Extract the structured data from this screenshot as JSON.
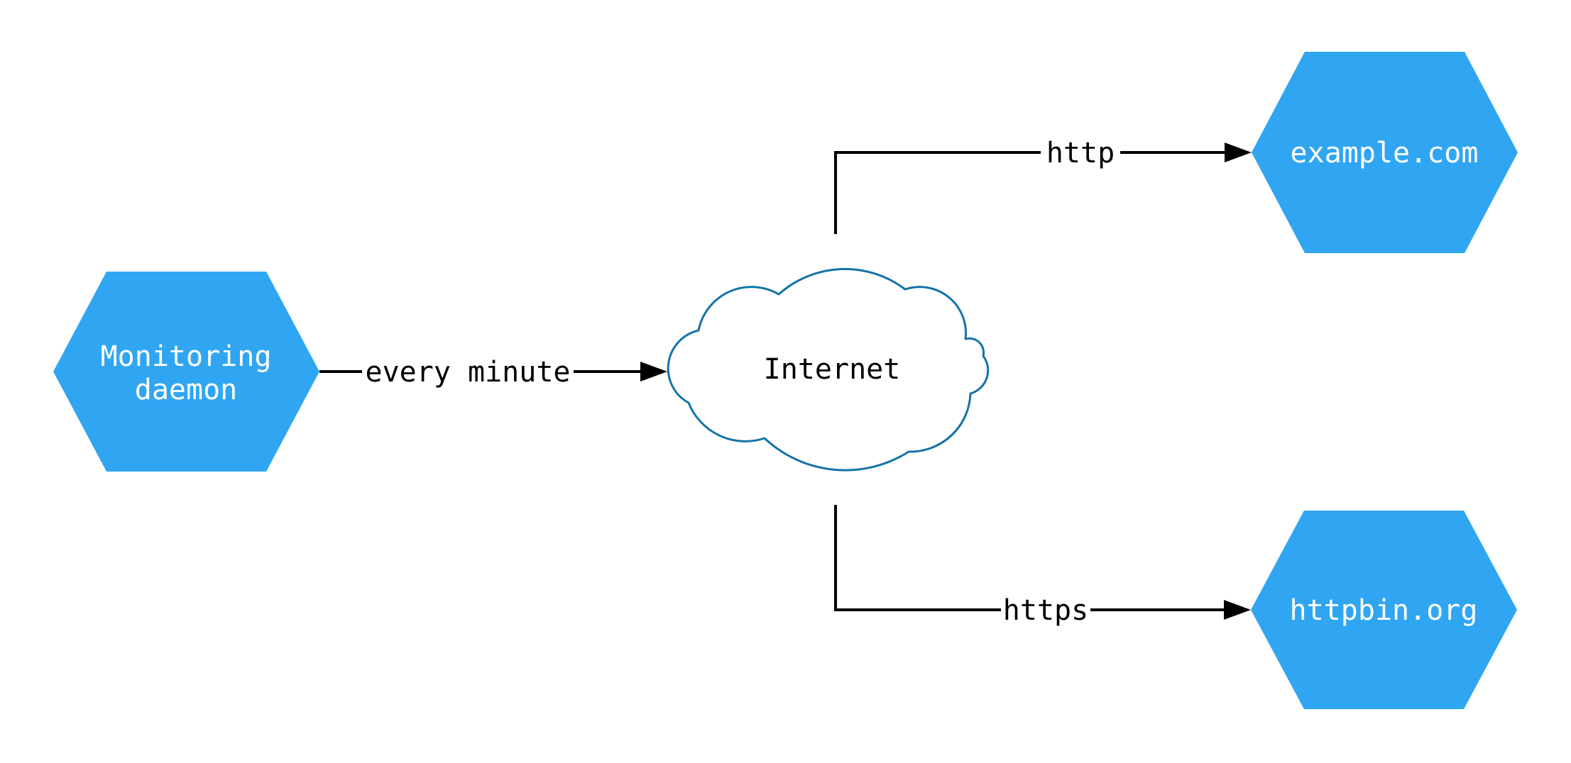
{
  "diagram": {
    "nodes": [
      {
        "id": "monitoring-daemon",
        "shape": "hexagon",
        "label_lines": [
          "Monitoring",
          "daemon"
        ]
      },
      {
        "id": "internet",
        "shape": "cloud",
        "label": "Internet"
      },
      {
        "id": "example-com",
        "shape": "hexagon",
        "label": "example.com"
      },
      {
        "id": "httpbin-org",
        "shape": "hexagon",
        "label": "httpbin.org"
      }
    ],
    "edges": [
      {
        "from": "monitoring-daemon",
        "to": "internet",
        "label": "every minute"
      },
      {
        "from": "internet",
        "to": "example-com",
        "label": "http"
      },
      {
        "from": "internet",
        "to": "httpbin-org",
        "label": "https"
      }
    ],
    "colors": {
      "hexagon_fill": "#30a6f2",
      "hexagon_text": "#ffffff",
      "cloud_stroke": "#1373a8",
      "cloud_fill": "#ffffff",
      "edge_line": "#000000",
      "edge_label_text": "#000000",
      "background": "#ffffff"
    }
  }
}
